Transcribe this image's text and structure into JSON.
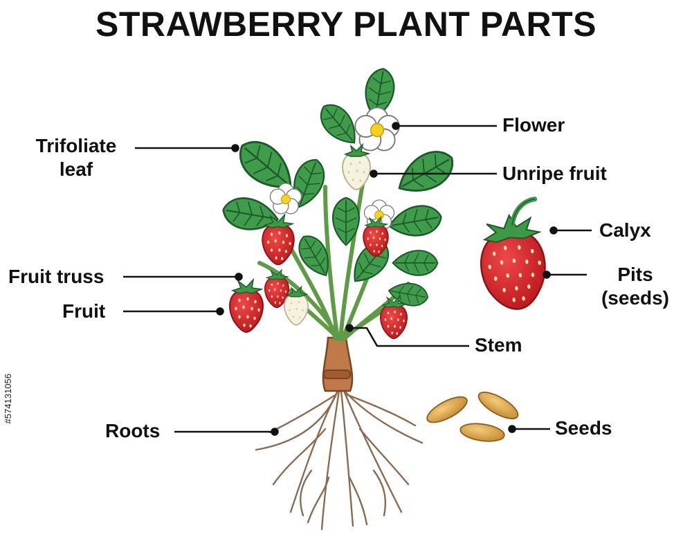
{
  "title": "STRAWBERRY PLANT PARTS",
  "labels": {
    "trifoliate_leaf_1": "Trifoliate",
    "trifoliate_leaf_2": "leaf",
    "flower": "Flower",
    "unripe_fruit": "Unripe fruit",
    "calyx": "Calyx",
    "pits_1": "Pits",
    "pits_2": "(seeds)",
    "fruit_truss": "Fruit truss",
    "fruit": "Fruit",
    "stem": "Stem",
    "roots": "Roots",
    "seeds": "Seeds"
  },
  "stock_id": "#574131056",
  "colors": {
    "leaf": "#3e9a4a",
    "leaf_dark": "#1e5f2a",
    "berry": "#d9262b",
    "unripe": "#f3f0dc",
    "stem": "#6aa84f",
    "root": "#8a6b4e",
    "seed": "#e0a94a",
    "flower_center": "#f4d21e"
  }
}
